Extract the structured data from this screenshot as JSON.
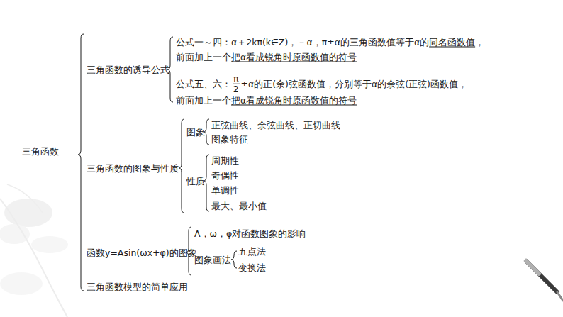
{
  "diagram": {
    "labels": [
      "三角函数",
      "三角函数的诱导公式",
      "公式一～四：α＋2kπ(k∈Z)，－α，π±α的三角函数值等于α的",
      "同名函数值",
      "，",
      "前面加上一个",
      "把α看成锐角时原函数值的符号",
      "公式五、六：",
      "π",
      "2",
      "±α的正(余)弦函数值，分别等于α的余弦(正弦)函数值，",
      "前面加上一个",
      "把α看成锐角时原函数值的符号",
      "三角函数的图象与性质",
      "图象",
      "正弦曲线、余弦曲线、正切曲线",
      "图象特征",
      "性质",
      "周期性",
      "奇偶性",
      "单调性",
      "最大、最小值",
      "函数y=Asin(ωx+φ)的图象",
      "A，ω，φ对函数图象的影响",
      "图象画法",
      "五点法",
      "变换法",
      "三角函数模型的简单应用"
    ]
  }
}
